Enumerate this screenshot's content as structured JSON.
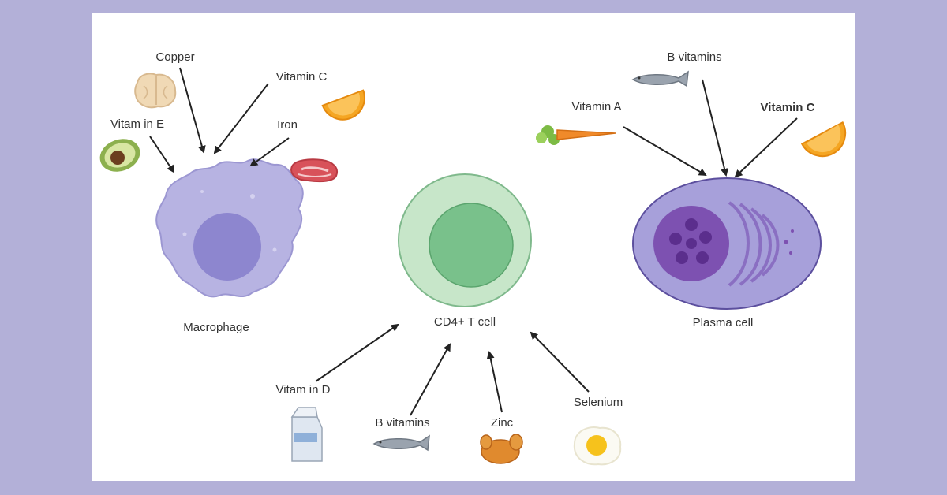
{
  "background_color": "#b3b0d8",
  "card_color": "#ffffff",
  "cells": {
    "macrophage": {
      "label": "Macrophage",
      "color": "#b7b3e2",
      "nucleus_color": "#8d86cf"
    },
    "t_cell": {
      "label": "CD4+ T cell",
      "color": "#c7e6c9",
      "nucleus_color": "#79c18b"
    },
    "plasma_cell": {
      "label": "Plasma cell",
      "color": "#a7a0da",
      "nucleus_color": "#7d51b1"
    }
  },
  "nutrients": {
    "copper": {
      "label": "Copper",
      "icon": "walnut-icon"
    },
    "vitamin_c_left": {
      "label": "Vitamin C",
      "icon": "orange-slice-icon"
    },
    "vitamin_e": {
      "label": "Vitam in E",
      "icon": "avocado-icon"
    },
    "iron": {
      "label": "Iron",
      "icon": "steak-icon"
    },
    "b_vitamins_top": {
      "label": "B vitamins",
      "icon": "fish-icon"
    },
    "vitamin_a": {
      "label": "Vitamin A",
      "icon": "carrot-icon"
    },
    "vitamin_c_right": {
      "label": "Vitamin C",
      "icon": "orange-slice-icon"
    },
    "vitamin_d": {
      "label": "Vitam in D",
      "icon": "milk-carton-icon"
    },
    "b_vitamins_bottom": {
      "label": "B vitamins",
      "icon": "fish-icon"
    },
    "zinc": {
      "label": "Zinc",
      "icon": "roast-chicken-icon"
    },
    "selenium": {
      "label": "Selenium",
      "icon": "fried-egg-icon"
    }
  }
}
